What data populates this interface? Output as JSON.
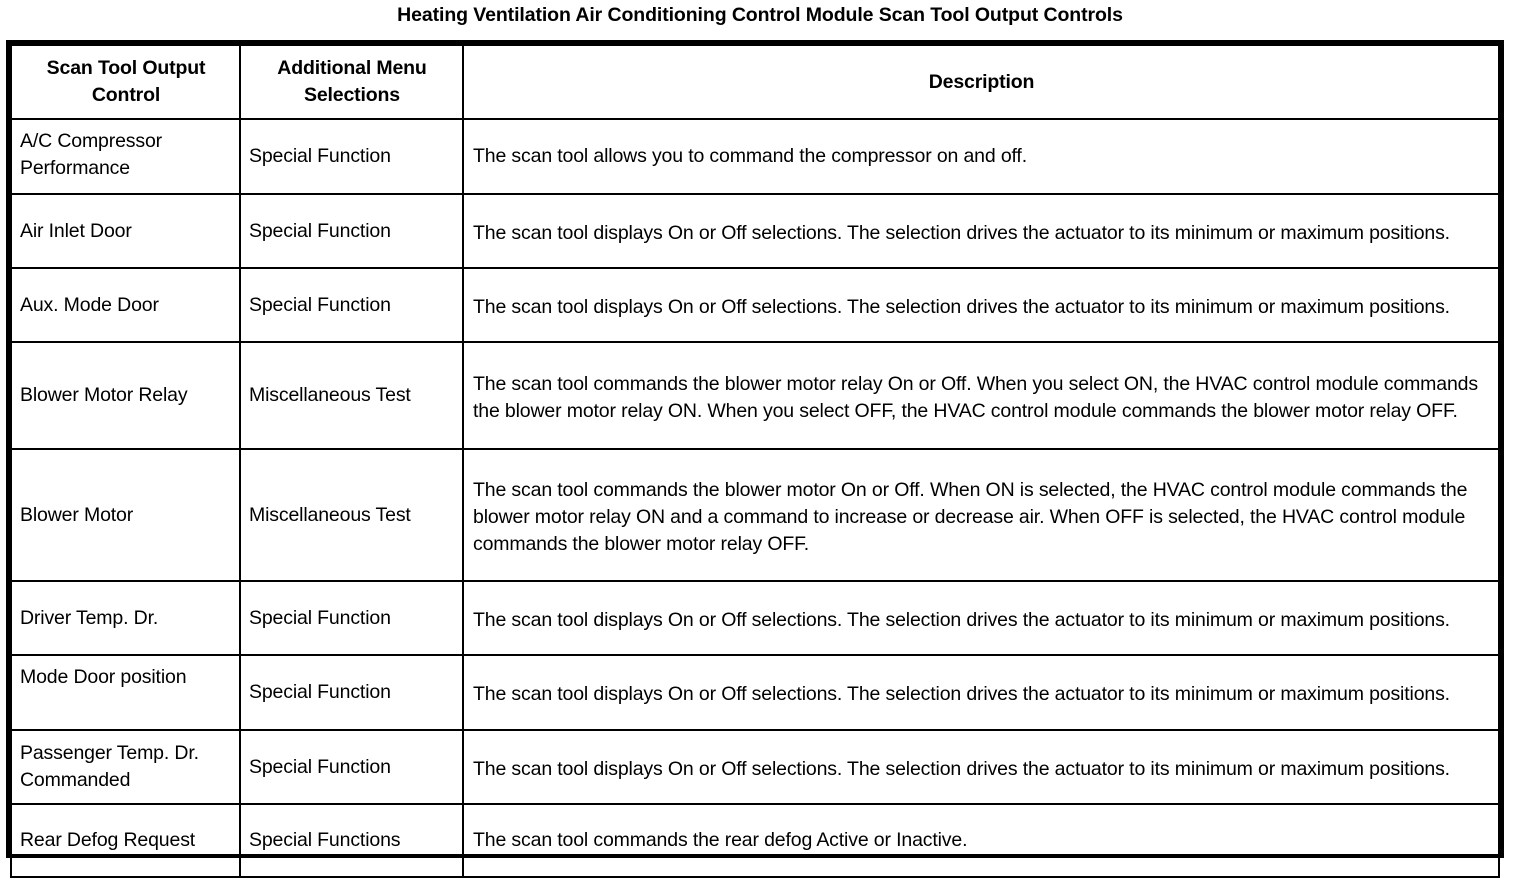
{
  "document": {
    "title": "Heating Ventilation Air Conditioning Control Module Scan Tool Output Controls"
  },
  "table": {
    "headers": {
      "col1": "Scan Tool Output Control",
      "col2": "Additional Menu Selections",
      "col3": "Description"
    },
    "rows": [
      {
        "control": "A/C Compressor Performance",
        "menu": "Special Function",
        "description": "The scan tool allows you to command the compressor on and off."
      },
      {
        "control": "Air Inlet Door",
        "menu": "Special Function",
        "description": "The scan tool displays On or Off selections. The selection drives the actuator to its minimum or maximum positions."
      },
      {
        "control": "Aux. Mode Door",
        "menu": "Special Function",
        "description": "The scan tool displays On or Off selections. The selection drives the actuator to its minimum or maximum positions."
      },
      {
        "control": "Blower Motor Relay",
        "menu": "Miscellaneous Test",
        "description": "The scan tool commands the blower motor relay On or Off. When you select ON, the HVAC control module commands the blower motor relay ON. When you select OFF, the HVAC control module commands the blower motor relay OFF."
      },
      {
        "control": "Blower Motor",
        "menu": "Miscellaneous Test",
        "description": "The scan tool commands the blower motor On or Off. When ON is selected, the HVAC control module commands the blower motor relay ON and a command to increase or decrease air. When OFF is selected, the HVAC control module commands the blower motor relay OFF."
      },
      {
        "control": "Driver Temp. Dr.",
        "menu": "Special Function",
        "description": "The scan tool displays On or Off selections. The selection drives the actuator to its minimum or maximum positions."
      },
      {
        "control": "Mode Door position",
        "menu": "Special Function",
        "description": "The scan tool displays On or Off selections. The selection drives the actuator to its minimum or maximum positions."
      },
      {
        "control": "Passenger Temp. Dr. Commanded",
        "menu": "Special Function",
        "description": "The scan tool displays On or Off selections. The selection drives the actuator to its minimum or maximum positions."
      },
      {
        "control": "Rear Defog Request",
        "menu": "Special Functions",
        "description": "The scan tool commands the rear defog Active or Inactive."
      }
    ]
  },
  "colors": {
    "text": "#000000",
    "background": "#ffffff",
    "border": "#000000"
  }
}
